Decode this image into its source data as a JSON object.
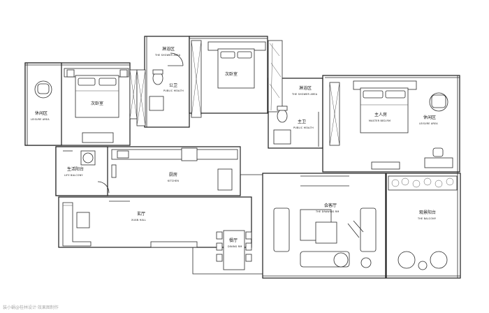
{
  "rooms": {
    "leisure_left": {
      "zh": "休闲区",
      "en": "LEISURE AREA"
    },
    "bedroom_left": {
      "zh": "次卧室"
    },
    "shower_top": {
      "zh": "淋浴区",
      "en": "THE SHOWER AREA"
    },
    "public_bath_top": {
      "zh": "公卫",
      "en": "PUBLIC HEALTH"
    },
    "bedroom_mid": {
      "zh": "次卧室"
    },
    "shower_right": {
      "zh": "淋浴区",
      "en": "THE SHOWER AREA"
    },
    "master_bath": {
      "zh": "主卫",
      "en": "PUBLIC HEALTH"
    },
    "master_bedroom": {
      "zh": "主人房",
      "en": "MASTER BED.RM"
    },
    "leisure_right": {
      "zh": "休闲区",
      "en": "LEISURE AREA"
    },
    "life_balcony": {
      "zh": "生活阳台",
      "en": "LIFE BALCONY"
    },
    "kitchen": {
      "zh": "厨房",
      "en": "KITCHEN"
    },
    "xuan_hall": {
      "zh": "玄厅",
      "en": "XUAN HALL"
    },
    "dining": {
      "zh": "餐厅",
      "en": "DINING RM"
    },
    "drawing_room": {
      "zh": "会客厅",
      "en": "THE DRAWING RM"
    },
    "balcony": {
      "zh": "观景阳台",
      "en": "THE BALCONY"
    }
  },
  "watermark": "装小蜗@桂林设计·效果图制作"
}
